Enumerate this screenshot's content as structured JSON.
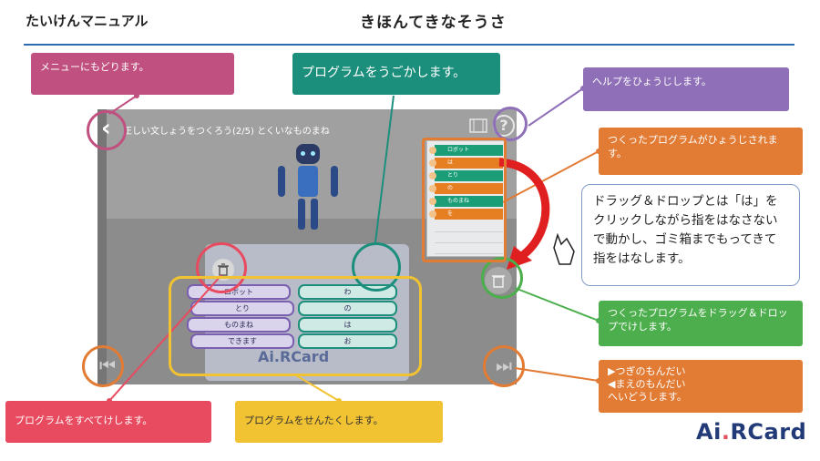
{
  "header": {
    "left_title": "たいけんマニュアル",
    "center_title": "きほんてきなそうさ"
  },
  "screen": {
    "task_text": "正しい文しょうをつくろう(2/5) とくいなものまね",
    "program_rows": [
      {
        "label": "ロボット",
        "color": "#1b9e77"
      },
      {
        "label": "は",
        "color": "#e67e22"
      },
      {
        "label": "とり",
        "color": "#1b9e77"
      },
      {
        "label": "の",
        "color": "#e67e22"
      },
      {
        "label": "ものまね",
        "color": "#1b9e77"
      },
      {
        "label": "を",
        "color": "#e67e22"
      }
    ],
    "card_words_left": [
      "ロボット",
      "とり",
      "ものまね",
      "できます"
    ],
    "card_words_right": [
      "わ",
      "の",
      "は",
      "お"
    ],
    "card_brand": "Ai.RCard",
    "help_symbol": "?",
    "back_symbol": "‹",
    "prev_symbol": "⏮",
    "next_symbol": "⏭",
    "trash_icon": "trash-icon",
    "film_icon": "film-icon"
  },
  "callouts": {
    "menu": "メニューにもどります。",
    "run": "プログラムをうごかします。",
    "help": "ヘルプをひょうじします。",
    "program": "つくったプログラムがひょうじされます。",
    "drag_note": "ドラッグ＆ドロップとは「は」をクリックしながら指をはなさないで動かし、ゴミ箱までもってきて指をはなします。",
    "delete_one": "つくったプログラムをドラッグ＆ドロップでけします。",
    "nav": "▶つぎのもんだい\n◀まえのもんだい\nへいどうします。",
    "clear_all": "プログラムをすべてけします。",
    "select": "プログラムをせんたくします。"
  },
  "logo": {
    "main": "Ai",
    "dot": ".",
    "rest": "RCard"
  },
  "colors": {
    "menu": "#c0507f",
    "run": "#1b8f7c",
    "help": "#8e6fb8",
    "program": "#e27b34",
    "delete": "#4cae4c",
    "nav": "#e27b34",
    "clear": "#e84a5f",
    "select": "#f1c232",
    "header_line": "#2b6cb0"
  }
}
